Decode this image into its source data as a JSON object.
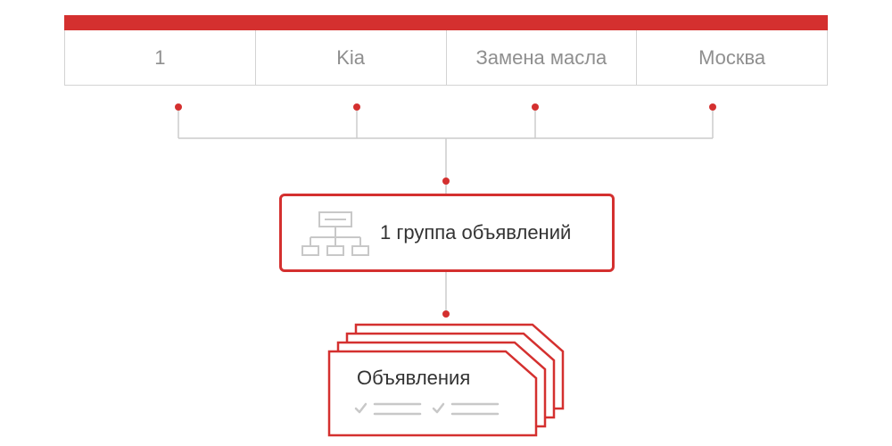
{
  "parameters": [
    "1",
    "Kia",
    "Замена масла",
    "Москва"
  ],
  "group": {
    "label": "1 группа объявлений",
    "icon": "hierarchy-icon"
  },
  "ads": {
    "label": "Объявления",
    "icon": "stacked-documents-icon"
  },
  "colors": {
    "accent": "#d4302f",
    "border": "#d3d3d3",
    "muted_text": "#8f8f8f",
    "text": "#333333"
  }
}
